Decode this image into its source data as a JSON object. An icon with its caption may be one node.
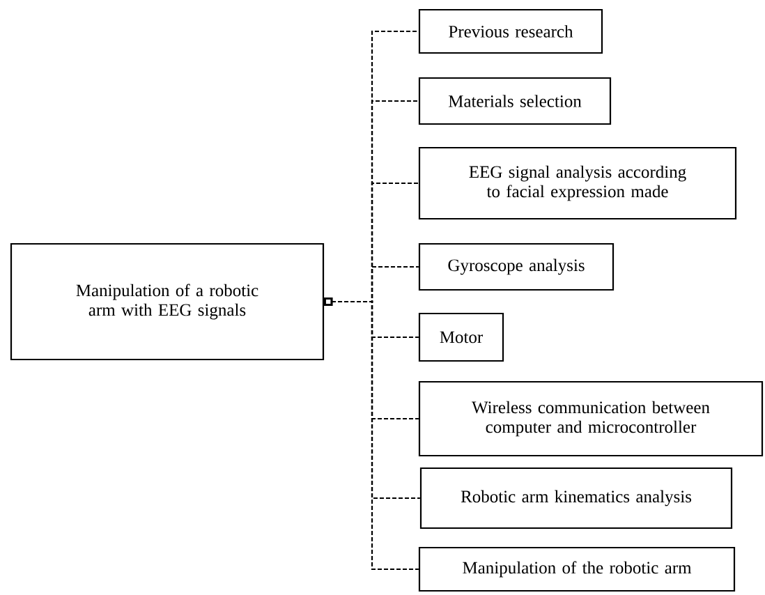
{
  "diagram": {
    "nodes": [
      {
        "text": [
          "Manipulation of a robotic arm with EEG signals"
        ]
      },
      {
        "text": [
          "Previous research"
        ]
      },
      {
        "text": [
          "Materials selection"
        ]
      },
      {
        "text": [
          "EEG signal analysis according to facial expression made"
        ]
      },
      {
        "text": [
          "Gyroscope analysis"
        ]
      },
      {
        "text": [
          "Motor"
        ]
      },
      {
        "text": [
          "Wireless communication between computer and microcontroller"
        ]
      },
      {
        "text": [
          "Robotic arm kinematics analysis"
        ]
      },
      {
        "text": [
          "Manipulation of the robotic arm"
        ]
      }
    ],
    "edges": [
      {
        "from": 0,
        "to": 1,
        "arrow": "other"
      },
      {
        "from": 0,
        "to": 2,
        "arrow": "other"
      },
      {
        "from": 0,
        "to": 3,
        "arrow": "other"
      },
      {
        "from": 0,
        "to": 4,
        "arrow": "other"
      },
      {
        "from": 0,
        "to": 5,
        "arrow": "other"
      },
      {
        "from": 0,
        "to": 6,
        "arrow": "other"
      },
      {
        "from": 0,
        "to": 7,
        "arrow": "other"
      },
      {
        "from": 0,
        "to": 8,
        "arrow": "other"
      }
    ]
  }
}
